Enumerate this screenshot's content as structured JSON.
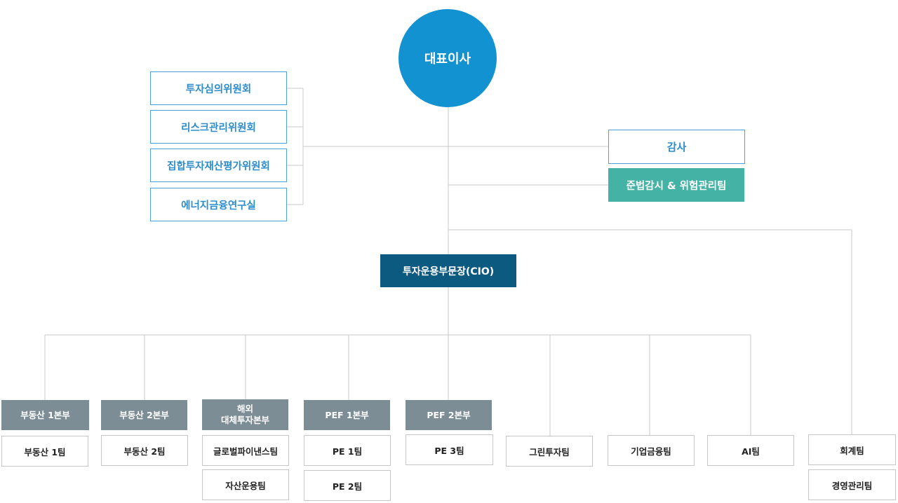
{
  "ceo": {
    "label": "대표이사"
  },
  "committees": [
    {
      "label": "투자심의위원회"
    },
    {
      "label": "리스크관리위원회"
    },
    {
      "label": "집합투자재산평가위원회"
    },
    {
      "label": "에너지금융연구실"
    }
  ],
  "audit": {
    "label": "감사"
  },
  "compliance": {
    "label": "준법감시 & 위험관리팀"
  },
  "cio": {
    "label": "투자운용부문장(CIO)"
  },
  "divisions": [
    {
      "label": "부동산 1본부",
      "teams": [
        "부동산 1팀"
      ]
    },
    {
      "label": "부동산 2본부",
      "teams": [
        "부동산 2팀"
      ]
    },
    {
      "label": "해외\n대체투자본부",
      "teams": [
        "글로벌파이낸스팀",
        "자산운용팀"
      ]
    },
    {
      "label": "PEF 1본부",
      "teams": [
        "PE 1팀",
        "PE 2팀"
      ]
    },
    {
      "label": "PEF 2본부",
      "teams": [
        "PE 3팀"
      ]
    }
  ],
  "direct_teams": [
    {
      "label": "그린투자팀"
    },
    {
      "label": "기업금융팀"
    },
    {
      "label": "AI팀"
    }
  ],
  "management_teams": [
    {
      "label": "회계팀"
    },
    {
      "label": "경영관리팀"
    }
  ],
  "colors": {
    "ceo": "#1392d2",
    "committee_border": "#4aa3d8",
    "committee_text": "#2d8dcc",
    "compliance": "#45b2a6",
    "cio": "#0c5a80",
    "division": "#7d8d96",
    "team_border": "#c6c6c6",
    "connector": "#c9c9c9"
  }
}
